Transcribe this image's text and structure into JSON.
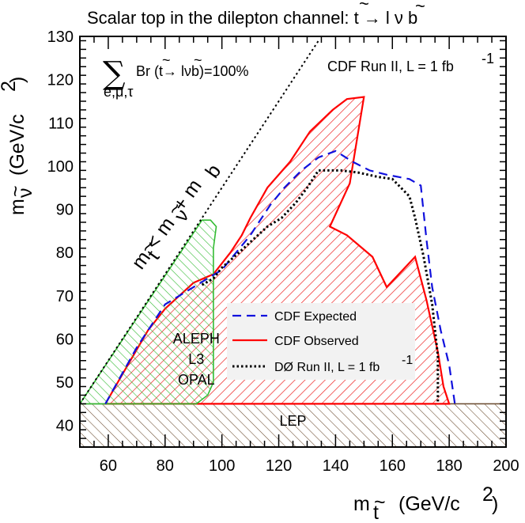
{
  "chart_data": {
    "type": "area",
    "title_parts": [
      "Scalar top in the dilepton channel: ",
      "t",
      " → l ",
      "ν",
      " b"
    ],
    "xlabel_parts": [
      "m",
      "t",
      "(GeV/c",
      "2",
      ")"
    ],
    "ylabel_parts": [
      "m",
      "ν",
      "(GeV/c",
      "2",
      ")"
    ],
    "xlim": [
      50,
      200
    ],
    "ylim": [
      35,
      130
    ],
    "x_ticks": [
      60,
      80,
      100,
      120,
      140,
      160,
      180,
      200
    ],
    "y_ticks": [
      40,
      50,
      60,
      70,
      80,
      90,
      100,
      110,
      120,
      130
    ],
    "x_tick_labels": [
      "60",
      "80",
      "100",
      "120",
      "140",
      "160",
      "180",
      "200"
    ],
    "y_tick_labels": [
      "40",
      "50",
      "60",
      "70",
      "80",
      "90",
      "100",
      "110",
      "120",
      "130"
    ],
    "run_label_parts": [
      "CDF Run II, L = 1 fb",
      "-1"
    ],
    "br_sum_symbol": "∑",
    "br_sum_sub": "e,μ,τ",
    "br_label": "Br (t→ lνb)=100%",
    "kinematic_label_parts": [
      "m",
      "t",
      " < m",
      "ν",
      " + m",
      "b"
    ],
    "kinematic_line": [
      [
        50,
        45
      ],
      [
        134,
        129
      ]
    ],
    "regions": [
      {
        "name": "ALEPH L3 OPAL",
        "label_lines": [
          "ALEPH",
          "L3",
          "OPAL"
        ],
        "color": "#33bb33",
        "label_point": [
          91,
          59
        ],
        "points": [
          [
            50,
            45
          ],
          [
            93,
            87.5
          ],
          [
            96,
            87.5
          ],
          [
            98,
            86
          ],
          [
            97,
            81
          ],
          [
            97,
            70
          ],
          [
            97,
            55
          ],
          [
            97,
            50
          ],
          [
            95,
            47
          ],
          [
            91,
            45
          ]
        ]
      },
      {
        "name": "LEP",
        "label": "LEP",
        "color": "#6a4a2e",
        "label_point": [
          125,
          41
        ],
        "points": [
          [
            50,
            45
          ],
          [
            200,
            45
          ],
          [
            200,
            35
          ],
          [
            50,
            35
          ]
        ]
      }
    ],
    "series": [
      {
        "name": "CDF Observed",
        "style": "solid",
        "color": "#ff0000",
        "filled": true,
        "points": [
          [
            59,
            45
          ],
          [
            66,
            53
          ],
          [
            74,
            62
          ],
          [
            80,
            67
          ],
          [
            90,
            73
          ],
          [
            97,
            75
          ],
          [
            103,
            80
          ],
          [
            107,
            84
          ],
          [
            110,
            88
          ],
          [
            116,
            95
          ],
          [
            124,
            101
          ],
          [
            131,
            108
          ],
          [
            139,
            113
          ],
          [
            144,
            115.5
          ],
          [
            150,
            116
          ],
          [
            145,
            96
          ],
          [
            138,
            86
          ],
          [
            144,
            84
          ],
          [
            153,
            79
          ],
          [
            158,
            72
          ],
          [
            168,
            79
          ],
          [
            172,
            69
          ],
          [
            176,
            57
          ],
          [
            178,
            49
          ],
          [
            180,
            45
          ]
        ]
      },
      {
        "name": "CDF Expected",
        "style": "dashed",
        "color": "#1111dd",
        "filled": false,
        "points": [
          [
            59,
            45
          ],
          [
            70,
            58
          ],
          [
            80,
            68
          ],
          [
            90,
            72
          ],
          [
            100,
            76
          ],
          [
            110,
            84
          ],
          [
            117,
            91
          ],
          [
            122,
            95
          ],
          [
            128,
            99
          ],
          [
            134,
            102
          ],
          [
            140,
            103.5
          ],
          [
            146,
            101
          ],
          [
            152,
            99
          ],
          [
            158,
            98
          ],
          [
            166,
            97
          ],
          [
            170,
            95.5
          ],
          [
            172,
            83
          ],
          [
            174,
            72
          ],
          [
            177,
            62
          ],
          [
            180,
            54
          ],
          [
            182,
            45
          ]
        ]
      },
      {
        "name": "DØ Run II, L = 1 fb",
        "name_sup": "-1",
        "style": "dotted",
        "color": "#000000",
        "filled": false,
        "points": [
          [
            93,
            72.5
          ],
          [
            97,
            74
          ],
          [
            100,
            76.5
          ],
          [
            106,
            80
          ],
          [
            111,
            83
          ],
          [
            116,
            86
          ],
          [
            121,
            88
          ],
          [
            126,
            91.5
          ],
          [
            130,
            95
          ],
          [
            134,
            99
          ],
          [
            142,
            99
          ],
          [
            148,
            98.5
          ],
          [
            155,
            97.5
          ],
          [
            160,
            97
          ],
          [
            166,
            93
          ],
          [
            168,
            88
          ],
          [
            171,
            79
          ],
          [
            174,
            68
          ],
          [
            176,
            56
          ],
          [
            176,
            45
          ]
        ]
      }
    ],
    "legend": {
      "position": "lower-center",
      "entries": [
        {
          "label": "CDF Expected",
          "style": "dashed",
          "color": "#1111dd"
        },
        {
          "label": "CDF Observed",
          "style": "solid",
          "color": "#ff0000"
        },
        {
          "label": "DØ Run II, L = 1 fb",
          "sup": "-1",
          "style": "dotted",
          "color": "#000000"
        }
      ]
    },
    "grid": false
  }
}
